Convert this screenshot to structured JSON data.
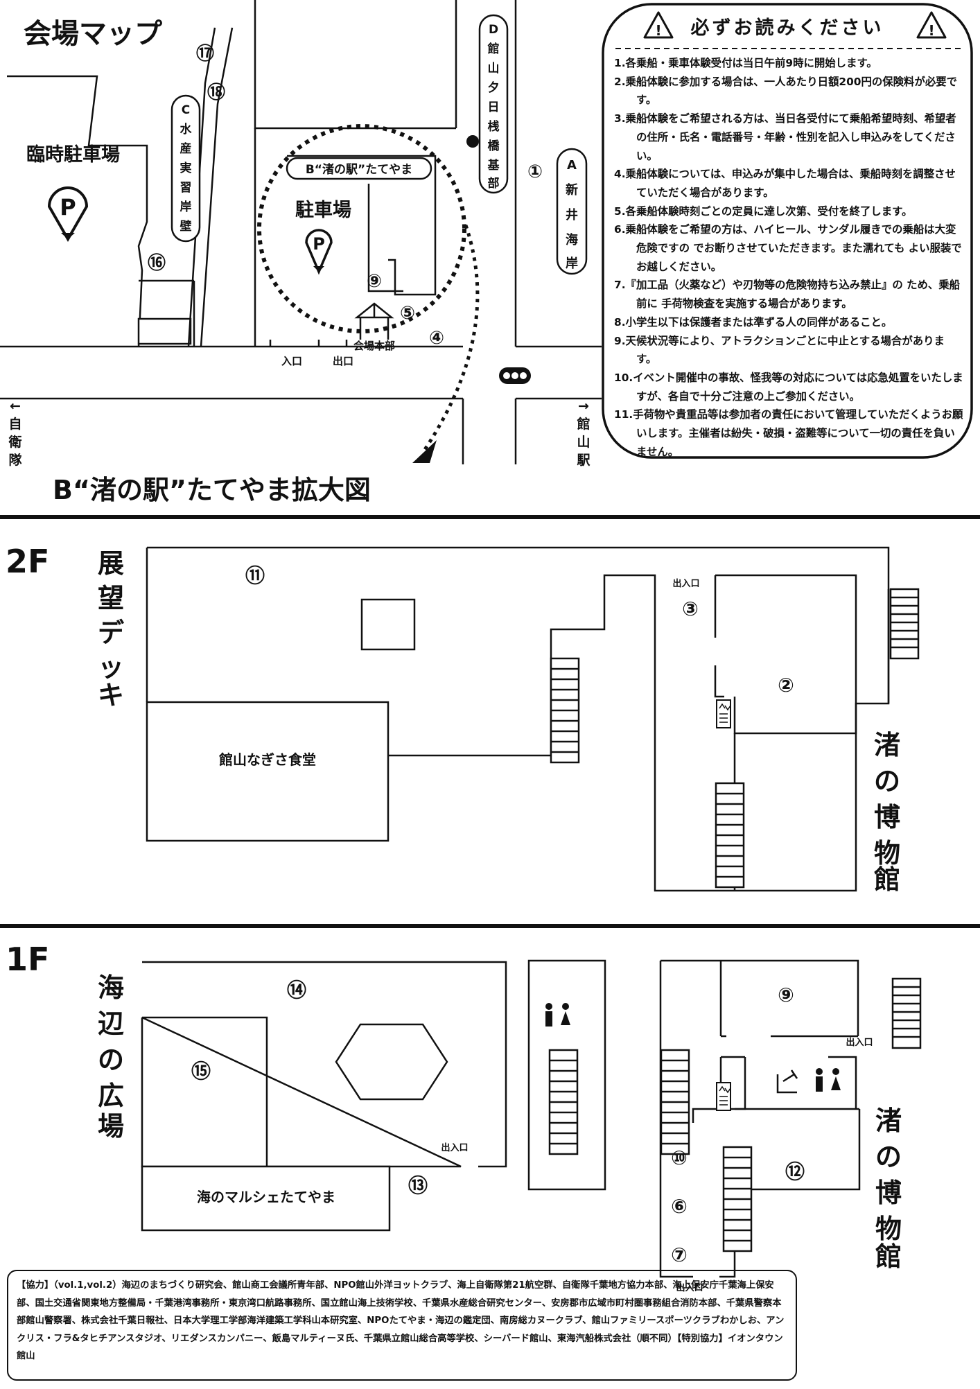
{
  "colors": {
    "ink": "#111111",
    "paper": "#ffffff"
  },
  "map": {
    "title": "会場マップ",
    "temp_parking": "臨時駐車場",
    "parking": "駐車場",
    "parking_symbol": "P",
    "station_b": "B“渚の駅”たてやま",
    "headquarters": "会場本部",
    "entrance": "入口",
    "exit": "出口",
    "pier_c": [
      "C",
      "水",
      "産",
      "実",
      "習",
      "岸",
      "壁"
    ],
    "pier_d": [
      "D",
      "館",
      "山",
      "夕",
      "日",
      "桟",
      "橋",
      "基",
      "部"
    ],
    "coast_a": [
      "A",
      "新",
      "井",
      "海",
      "岸"
    ],
    "to_left_arrow": "←",
    "to_left": [
      "自",
      "衛",
      "隊"
    ],
    "to_right_arrow": "→",
    "to_right": [
      "館",
      "山",
      "駅"
    ],
    "markers": {
      "m1": "①",
      "m4": "④",
      "m5": "⑤",
      "m9": "⑨",
      "m16": "⑯",
      "m17": "⑰",
      "m18": "⑱"
    },
    "icons": [
      "parking-pin-icon",
      "warning-icon",
      "traffic-signal-icon",
      "tent-icon",
      "pole-dot-icon"
    ]
  },
  "notice": {
    "warning_glyph": "!",
    "title": "必ずお読みください",
    "items": [
      "1.各乗船・乗車体験受付は当日午前9時に開始します。",
      "2.乗船体験に参加する場合は、一人あたり日額200円の保険料が必要です。",
      "3.乗船体験をご希望される方は、当日各受付にて乗船希望時刻、希望者の住所・氏名・電話番号・年齢・性別を記入し申込みをしてください。",
      "4.乗船体験については、申込みが集中した場合は、乗船時刻を調整させていただく場合があります。",
      "5.各乗船体験時刻ごとの定員に達し次第、受付を終了します。",
      "6.乗船体験をご希望の方は、ハイヒール、サンダル履きでの乗船は大変危険ですの でお断りさせていただきます。また濡れても よい服装でお越しください。",
      "7.『加工品（火薬など）や刃物等の危険物持ち込み禁止』の ため、乗船前に 手荷物検査を実施する場合があります。",
      "8.小学生以下は保護者または準ずる人の同伴があること。",
      "9.天候状況等により、アトラクションごとに中止とする場合があります。",
      "10.イベント開催中の事故、怪我等の対応については応急処置をいたしますが、各自で十分ご注意の上ご参加ください。",
      "11.手荷物や貴重品等は参加者の責任において管理していただくようお願いします。主催者は紛失・破損・盗難等について一切の責任を負いません。"
    ]
  },
  "enlarged": {
    "title": "B“渚の駅”たてやま拡大図"
  },
  "floor2": {
    "label": "2F",
    "deck": [
      "展",
      "望",
      "デ",
      "ッ",
      "キ"
    ],
    "restaurant": "館山なぎさ食堂",
    "museum": [
      "渚",
      "の",
      "博",
      "物",
      "館"
    ],
    "door": "出入口",
    "markers": {
      "m2": "②",
      "m3": "③",
      "m11": "⑪"
    }
  },
  "floor1": {
    "label": "1F",
    "plaza": [
      "海",
      "辺",
      "の",
      "広",
      "場"
    ],
    "marche": "海のマルシェたてやま",
    "museum": [
      "渚",
      "の",
      "博",
      "物",
      "館"
    ],
    "door": "出入口",
    "markers": {
      "m6": "⑥",
      "m7": "⑦",
      "m9": "⑨",
      "m10": "⑩",
      "m12": "⑫",
      "m13": "⑬",
      "m14": "⑭",
      "m15": "⑮"
    }
  },
  "credits": {
    "text": "【協力】（vol.1,vol.2）海辺のまちづくり研究会、館山商工会議所青年部、NPO館山外洋ヨットクラブ、海上自衛隊第21航空群、自衛隊千葉地方協力本部、海上保安庁千葉海上保安部、国土交通省関東地方整備局・千葉港湾事務所・東京湾口航路事務所、国立館山海上技術学校、千葉県水産総合研究センター、安房郡市広域市町村圏事務組合消防本部、千葉県警察本部館山警察署、株式会社千葉日報社、日本大学理工学部海洋建築工学科山本研究室、NPOたてやま・海辺の鑑定団、南房総カヌークラブ、館山ファミリースポーツクラブわかしお、アンクリス・フラ&タヒチアンスタジオ、リエダンスカンパニー、飯島マルティーヌ氏、千葉県立館山総合高等学校、シーバード館山、東海汽船株式会社（順不同）【特別協力】イオンタウン館山"
  }
}
